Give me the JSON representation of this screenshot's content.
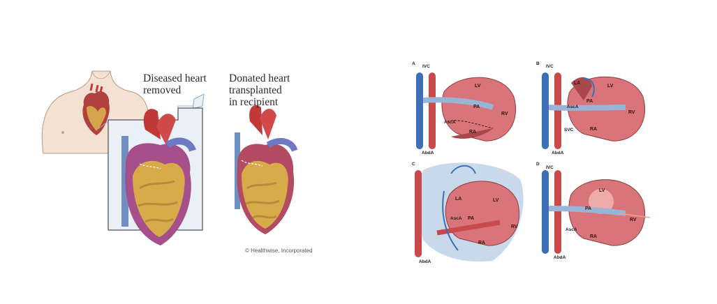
{
  "left": {
    "caption_removed": "Diseased heart removed",
    "caption_removed_l1": "Diseased heart",
    "caption_removed_l2": "removed",
    "caption_donated_l1": "Donated heart",
    "caption_donated_l2": "transplanted",
    "caption_donated_l3": "in recipient",
    "credit": "© Healthwise, Incorporated"
  },
  "right": {
    "panels": [
      {
        "letter": "A",
        "labels": {
          "ivc": "IVC",
          "abda": "AbdA",
          "lv": "LV",
          "pa": "PA",
          "rv": "RV",
          "ra": "RA",
          "asca": "AscA"
        }
      },
      {
        "letter": "B",
        "labels": {
          "ivc": "IVC",
          "abda": "AbdA",
          "la": "LA",
          "lv": "LV",
          "pa": "PA",
          "rv": "RV",
          "ra": "RA",
          "asca": "AscA",
          "svc": "SVC"
        }
      },
      {
        "letter": "C",
        "labels": {
          "abda": "AbdA",
          "la": "LA",
          "lv": "LV",
          "pa": "PA",
          "rv": "RV",
          "ra": "RA",
          "asca": "AscA"
        }
      },
      {
        "letter": "D",
        "labels": {
          "ivc": "IVC",
          "abda": "AbdA",
          "lv": "LV",
          "pa": "PA",
          "rv": "RV",
          "ra": "RA",
          "asca": "AscA"
        }
      }
    ]
  },
  "colors": {
    "vein_blue": "#3d6fb6",
    "artery_red": "#c94a4a",
    "heart_pink": "#d9747a",
    "fat_yellow": "#d8ab4a",
    "skin": "#f1ddcb",
    "background_blue": "#c9d9ec"
  }
}
